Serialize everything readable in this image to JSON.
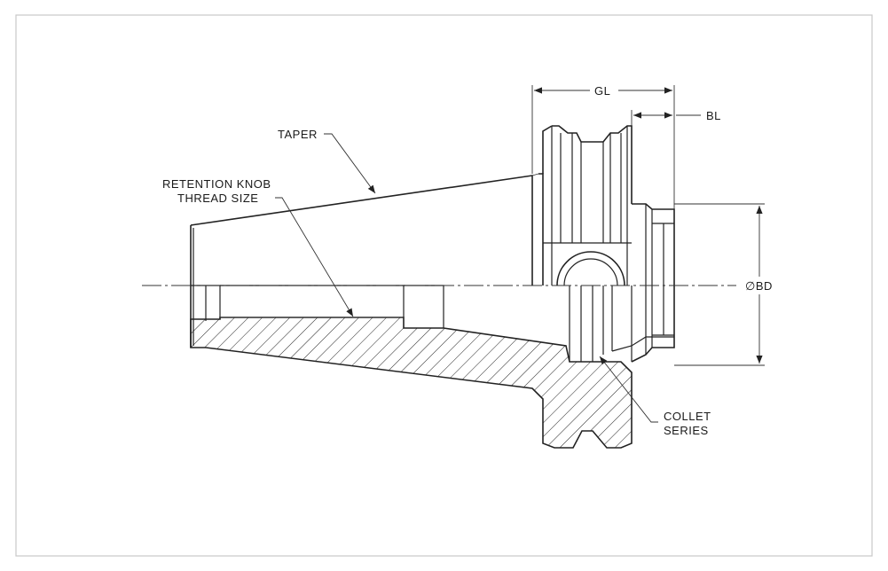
{
  "labels": {
    "taper": "TAPER",
    "retention_knob_line1": "RETENTION KNOB",
    "retention_knob_line2": "THREAD SIZE",
    "gl": "GL",
    "bl": "BL",
    "bd": "∅BD",
    "collet_line1": "COLLET",
    "collet_line2": "SERIES"
  },
  "colors": {
    "line": "#222222",
    "border": "#c8c8c8",
    "background": "#ffffff"
  }
}
